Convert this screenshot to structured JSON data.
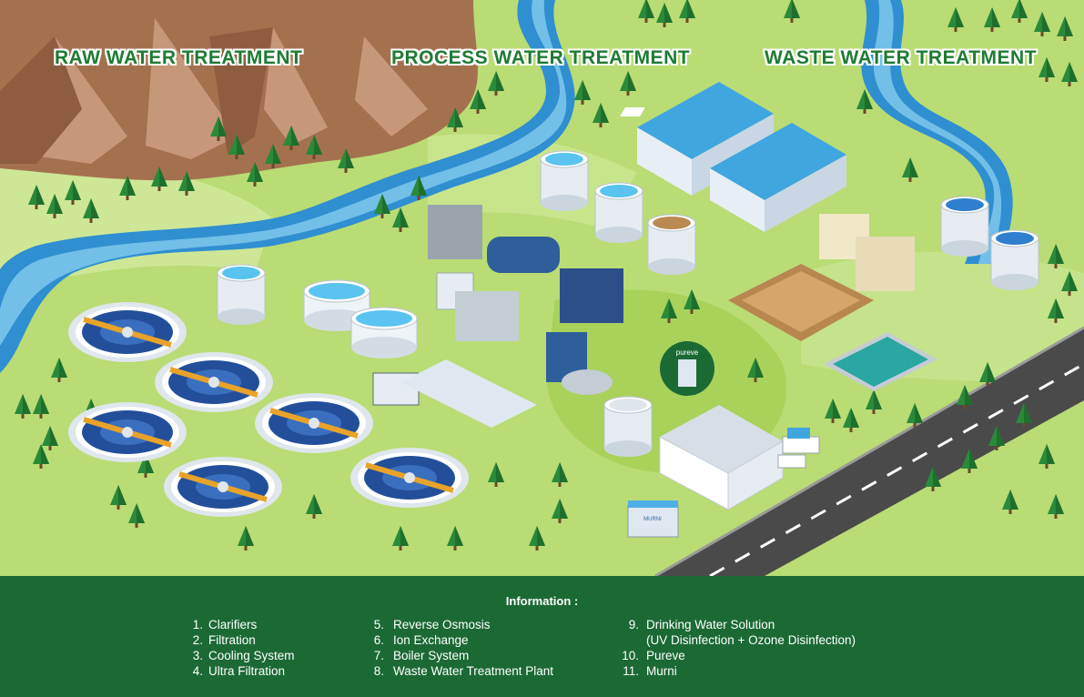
{
  "titles": {
    "raw": "RAW WATER TREATMENT",
    "process": "PROCESS WATER TREATMENT",
    "waste": "WASTE WATER TREATMENT"
  },
  "info": {
    "title": "Information :",
    "col1": [
      {
        "num": "1.",
        "label": "Clarifiers"
      },
      {
        "num": "2.",
        "label": "Filtration"
      },
      {
        "num": "3.",
        "label": "Cooling System"
      },
      {
        "num": "4.",
        "label": "Ultra Filtration"
      }
    ],
    "col2": [
      {
        "num": "5.",
        "label": "Reverse Osmosis"
      },
      {
        "num": "6.",
        "label": "Ion Exchange"
      },
      {
        "num": "7.",
        "label": "Boiler System"
      },
      {
        "num": "8.",
        "label": "Waste Water Treatment Plant"
      }
    ],
    "col3": [
      {
        "num": "9.",
        "label": "Drinking Water Solution"
      },
      {
        "num": "",
        "label": "(UV Disinfection + Ozone Disinfection)"
      },
      {
        "num": "10.",
        "label": "Pureve"
      },
      {
        "num": "11.",
        "label": "Murni"
      }
    ]
  },
  "brand": {
    "pureve_logo": "pureve",
    "murni_sign": "MURNI"
  },
  "colors": {
    "grass": "#a8d25a",
    "grass_dark": "#8cc146",
    "grass_light": "#c8e58c",
    "river": "#2f8fd0",
    "river_light": "#8fd3f2",
    "mountain": "#b07d5c",
    "tree": "#2a8a3a",
    "road": "#4a4a4a",
    "info_bg": "#1b6a34",
    "title_green": "#1e7b33",
    "roof_blue": "#3fa6e0",
    "clarifier_water": "#234f9a"
  }
}
